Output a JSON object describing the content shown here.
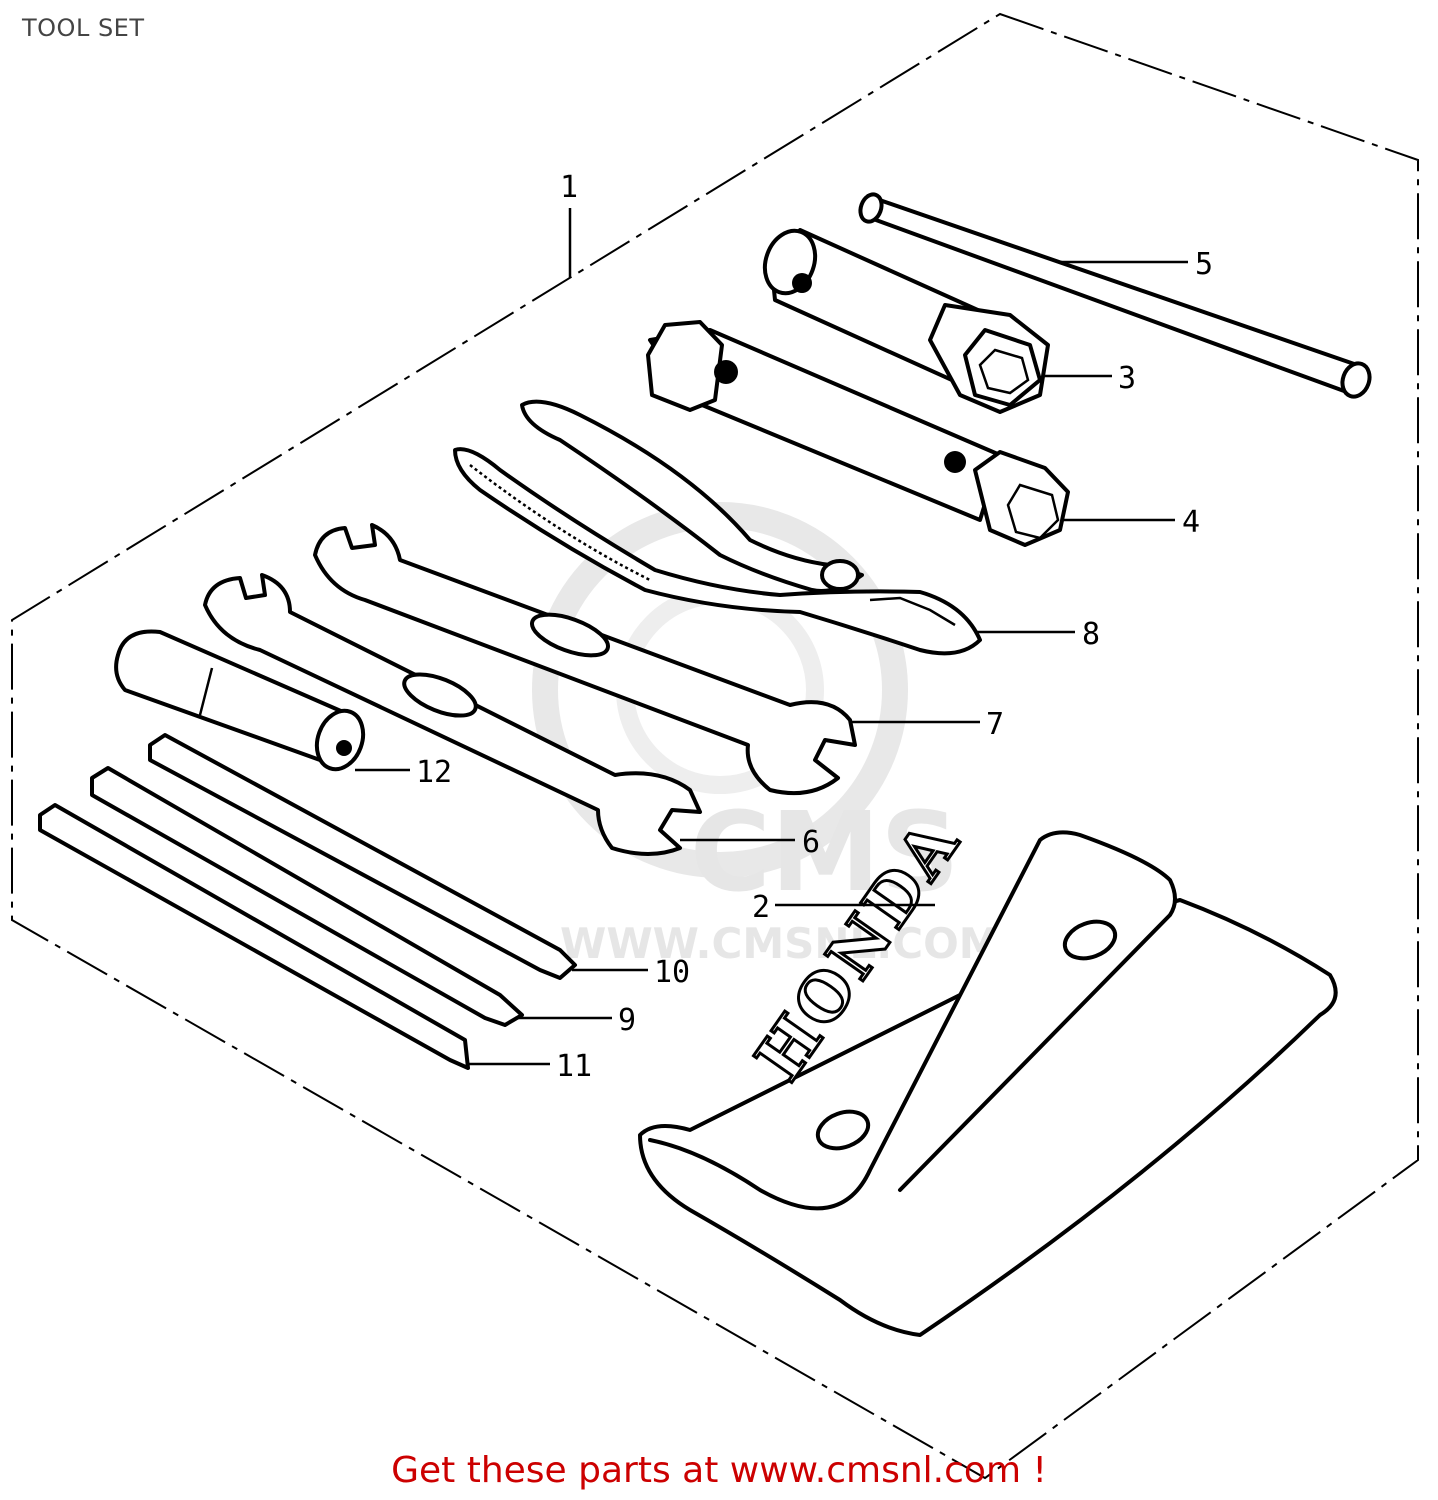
{
  "header": {
    "title": "TOOL SET"
  },
  "watermark": {
    "logo_text": "CMS",
    "url_text": "WWW.CMSNL.COM"
  },
  "pouch": {
    "brand_text": "HONDA"
  },
  "callouts": [
    {
      "id": "1",
      "part": "tool-set"
    },
    {
      "id": "2",
      "part": "tool-bag"
    },
    {
      "id": "3",
      "part": "plug-wrench-large"
    },
    {
      "id": "4",
      "part": "plug-wrench-small"
    },
    {
      "id": "5",
      "part": "tommy-bar"
    },
    {
      "id": "6",
      "part": "open-end-wrench-small"
    },
    {
      "id": "7",
      "part": "open-end-wrench-large"
    },
    {
      "id": "8",
      "part": "pliers"
    },
    {
      "id": "9",
      "part": "screwdriver-cross-small"
    },
    {
      "id": "10",
      "part": "screwdriver-cross-large"
    },
    {
      "id": "11",
      "part": "screwdriver-flat"
    },
    {
      "id": "12",
      "part": "screwdriver-grip"
    }
  ],
  "footer": {
    "link_text": "Get these parts at www.cmsnl.com !"
  }
}
